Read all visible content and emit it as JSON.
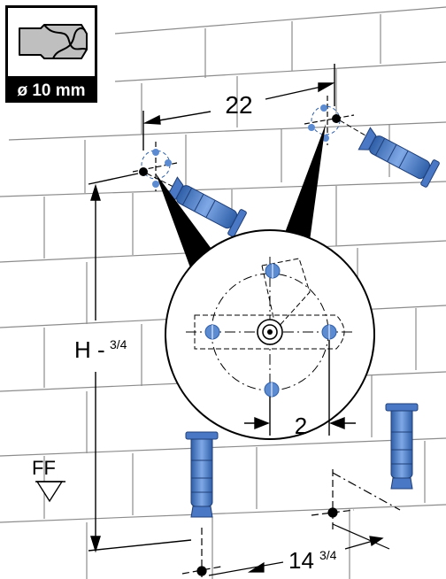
{
  "drill_badge": {
    "icon": "drill-bit-icon",
    "label": "ø 10 mm"
  },
  "dimensions": {
    "horizontal_spacing": "22",
    "height": "H -",
    "height_fraction": "3/4",
    "center_offset": "2",
    "floor_offset": "14",
    "floor_offset_fraction": "3/4",
    "floor_marker": "FF"
  },
  "colors": {
    "anchor_blue": "#5c8bd1",
    "anchor_dark": "#2f5fa8",
    "wall_line": "#8a8a8a",
    "badge_bg": "#000000"
  }
}
